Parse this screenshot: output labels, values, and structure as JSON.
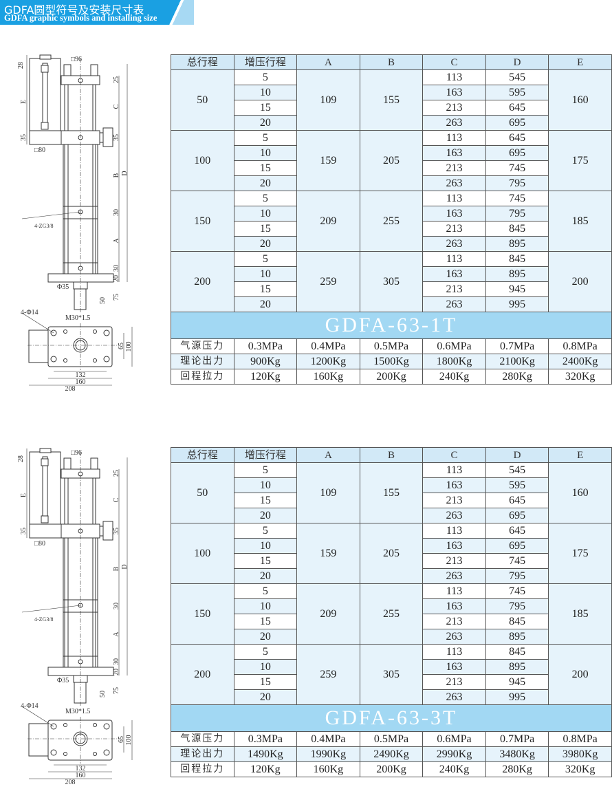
{
  "banner": {
    "title": "GDFA圆型符号及安装尺寸表",
    "subtitle": "GDFA graphic symbols and installing size"
  },
  "drawing": {
    "labels": {
      "d28": "28",
      "sq96": "□96",
      "e": "E",
      "d25": "25",
      "c": "C",
      "d35a": "35",
      "d35b": "35",
      "sq80": "□80",
      "b": "B",
      "d": "D",
      "port": "4-ZG3/8",
      "d30a": "30",
      "a": "A",
      "d30b": "30",
      "d20": "20",
      "phi35": "Φ35",
      "d75": "75",
      "d50": "50",
      "thread": "M30*1.5",
      "holes": "4-Φ14",
      "d65": "65",
      "d100": "100",
      "d132": "132",
      "d160": "160",
      "d208": "208"
    }
  },
  "columns": [
    "总行程",
    "增压行程",
    "A",
    "B",
    "C",
    "D",
    "E"
  ],
  "row_labels": [
    "气源压力",
    "理论出力",
    "回程拉力"
  ],
  "tables": [
    {
      "model": "GDFA-63-1T",
      "groups": [
        {
          "total": "50",
          "boost": [
            "5",
            "10",
            "15",
            "20"
          ],
          "A": "109",
          "B": "155",
          "C": [
            "113",
            "163",
            "213",
            "263"
          ],
          "D": [
            "545",
            "595",
            "645",
            "695"
          ],
          "E": "160"
        },
        {
          "total": "100",
          "boost": [
            "5",
            "10",
            "15",
            "20"
          ],
          "A": "159",
          "B": "205",
          "C": [
            "113",
            "163",
            "213",
            "263"
          ],
          "D": [
            "645",
            "695",
            "745",
            "795"
          ],
          "E": "175"
        },
        {
          "total": "150",
          "boost": [
            "5",
            "10",
            "15",
            "20"
          ],
          "A": "209",
          "B": "255",
          "C": [
            "113",
            "163",
            "213",
            "263"
          ],
          "D": [
            "745",
            "795",
            "845",
            "895"
          ],
          "E": "185"
        },
        {
          "total": "200",
          "boost": [
            "5",
            "10",
            "15",
            "20"
          ],
          "A": "259",
          "B": "305",
          "C": [
            "113",
            "163",
            "213",
            "263"
          ],
          "D": [
            "845",
            "895",
            "945",
            "995"
          ],
          "E": "200"
        }
      ],
      "pressure": [
        "0.3MPa",
        "0.4MPa",
        "0.5MPa",
        "0.6MPa",
        "0.7MPa",
        "0.8MPa"
      ],
      "output": [
        "900Kg",
        "1200Kg",
        "1500Kg",
        "1800Kg",
        "2100Kg",
        "2400Kg"
      ],
      "return": [
        "120Kg",
        "160Kg",
        "200Kg",
        "240Kg",
        "280Kg",
        "320Kg"
      ]
    },
    {
      "model": "GDFA-63-3T",
      "groups": [
        {
          "total": "50",
          "boost": [
            "5",
            "10",
            "15",
            "20"
          ],
          "A": "109",
          "B": "155",
          "C": [
            "113",
            "163",
            "213",
            "263"
          ],
          "D": [
            "545",
            "595",
            "645",
            "695"
          ],
          "E": "160"
        },
        {
          "total": "100",
          "boost": [
            "5",
            "10",
            "15",
            "20"
          ],
          "A": "159",
          "B": "205",
          "C": [
            "113",
            "163",
            "213",
            "263"
          ],
          "D": [
            "645",
            "695",
            "745",
            "795"
          ],
          "E": "175"
        },
        {
          "total": "150",
          "boost": [
            "5",
            "10",
            "15",
            "20"
          ],
          "A": "209",
          "B": "255",
          "C": [
            "113",
            "163",
            "213",
            "263"
          ],
          "D": [
            "745",
            "795",
            "845",
            "895"
          ],
          "E": "185"
        },
        {
          "total": "200",
          "boost": [
            "5",
            "10",
            "15",
            "20"
          ],
          "A": "259",
          "B": "305",
          "C": [
            "113",
            "163",
            "213",
            "263"
          ],
          "D": [
            "845",
            "895",
            "945",
            "995"
          ],
          "E": "200"
        }
      ],
      "pressure": [
        "0.3MPa",
        "0.4MPa",
        "0.5MPa",
        "0.6MPa",
        "0.7MPa",
        "0.8MPa"
      ],
      "output": [
        "1490Kg",
        "1990Kg",
        "2490Kg",
        "2990Kg",
        "3480Kg",
        "3980Kg"
      ],
      "return": [
        "120Kg",
        "160Kg",
        "200Kg",
        "240Kg",
        "280Kg",
        "320Kg"
      ]
    }
  ]
}
